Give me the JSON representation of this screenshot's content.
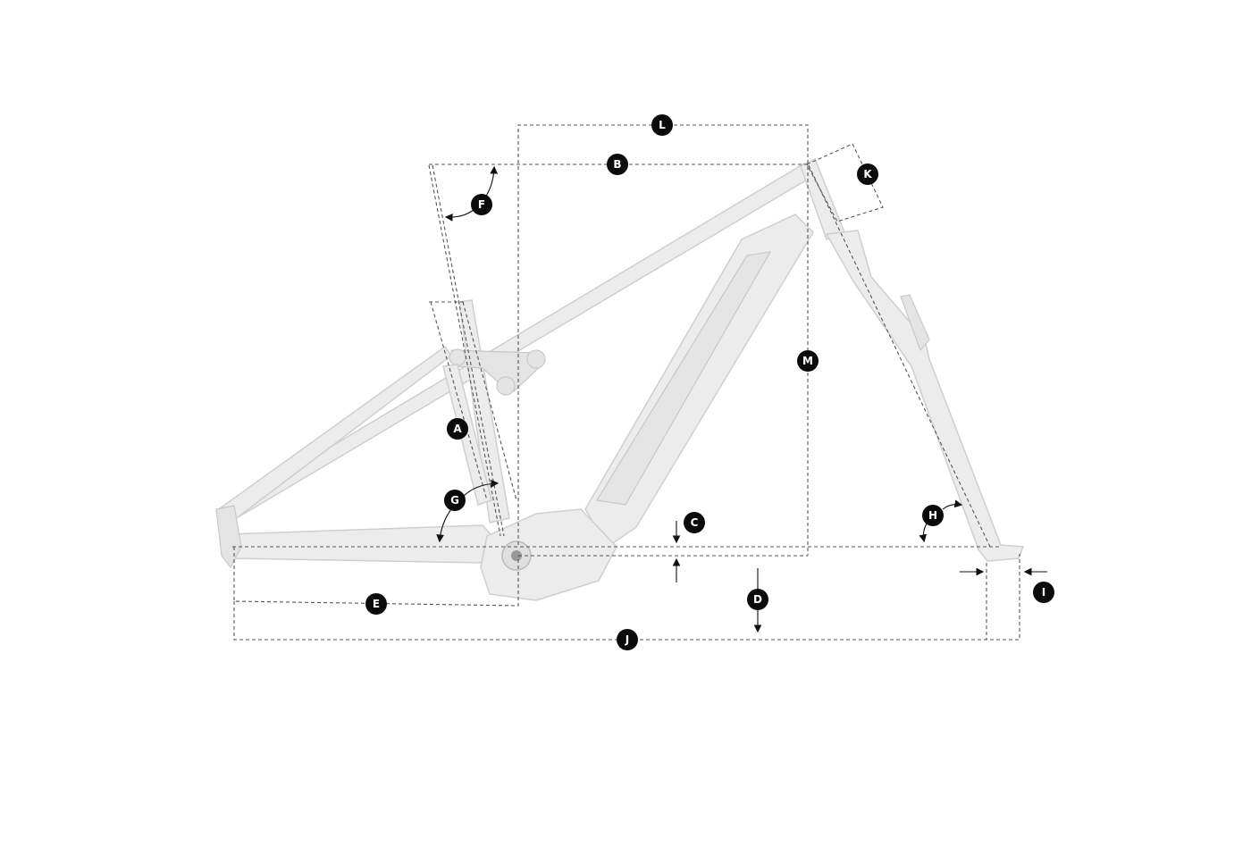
{
  "diagram": {
    "title": "Frame geometry diagram",
    "subject": "Full-suspension e-bike frame with suspension fork",
    "colors": {
      "frame": "#ececec",
      "frame_outline": "#cfcfcf",
      "dimension_line": "#555555",
      "badge_fill": "#0b0b0b",
      "badge_text": "#ffffff"
    },
    "labels": {
      "A": "A",
      "B": "B",
      "C": "C",
      "D": "D",
      "E": "E",
      "F": "F",
      "G": "G",
      "H": "H",
      "I": "I",
      "J": "J",
      "K": "K",
      "L": "L",
      "M": "M"
    }
  }
}
